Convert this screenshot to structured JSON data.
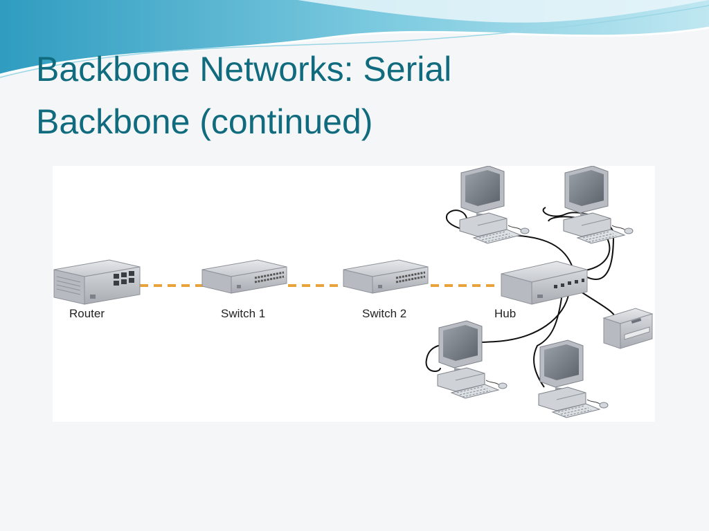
{
  "slide": {
    "title_line1": "Backbone Networks: Serial",
    "title_line2": "Backbone (continued)"
  },
  "diagram": {
    "nodes": [
      {
        "id": "router",
        "label": "Router"
      },
      {
        "id": "switch1",
        "label": "Switch 1"
      },
      {
        "id": "switch2",
        "label": "Switch 2"
      },
      {
        "id": "hub",
        "label": "Hub"
      }
    ],
    "colors": {
      "backbone_link": "#e8a33a",
      "device_body": "#c9ccd1",
      "title": "#0f6b7d"
    },
    "icons": [
      "router-icon",
      "switch-icon",
      "hub-icon",
      "computer-icon",
      "printer-icon"
    ]
  }
}
